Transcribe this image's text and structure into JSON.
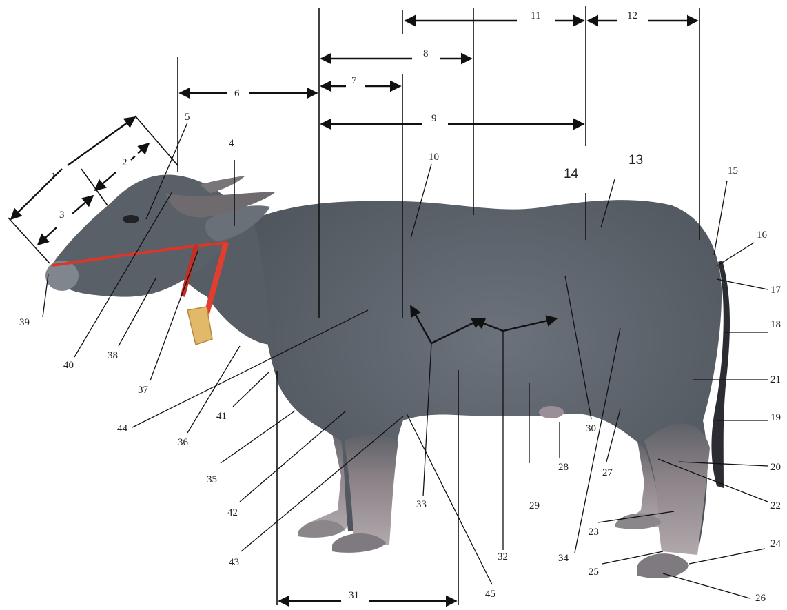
{
  "colors": {
    "body": "#5d646d",
    "legs": "#8c8488",
    "halter": "#d8372a",
    "ink": "#111111"
  },
  "labels": [
    "1",
    "2",
    "3",
    "4",
    "5",
    "6",
    "7",
    "8",
    "9",
    "10",
    "11",
    "12",
    "13",
    "14",
    "15",
    "16",
    "17",
    "18",
    "19",
    "20",
    "21",
    "22",
    "23",
    "24",
    "25",
    "26",
    "27",
    "28",
    "29",
    "30",
    "31",
    "32",
    "33",
    "34",
    "35",
    "36",
    "37",
    "38",
    "39",
    "40",
    "41",
    "42",
    "43",
    "44",
    "45"
  ],
  "icons": {
    "bell": "bell-icon"
  }
}
